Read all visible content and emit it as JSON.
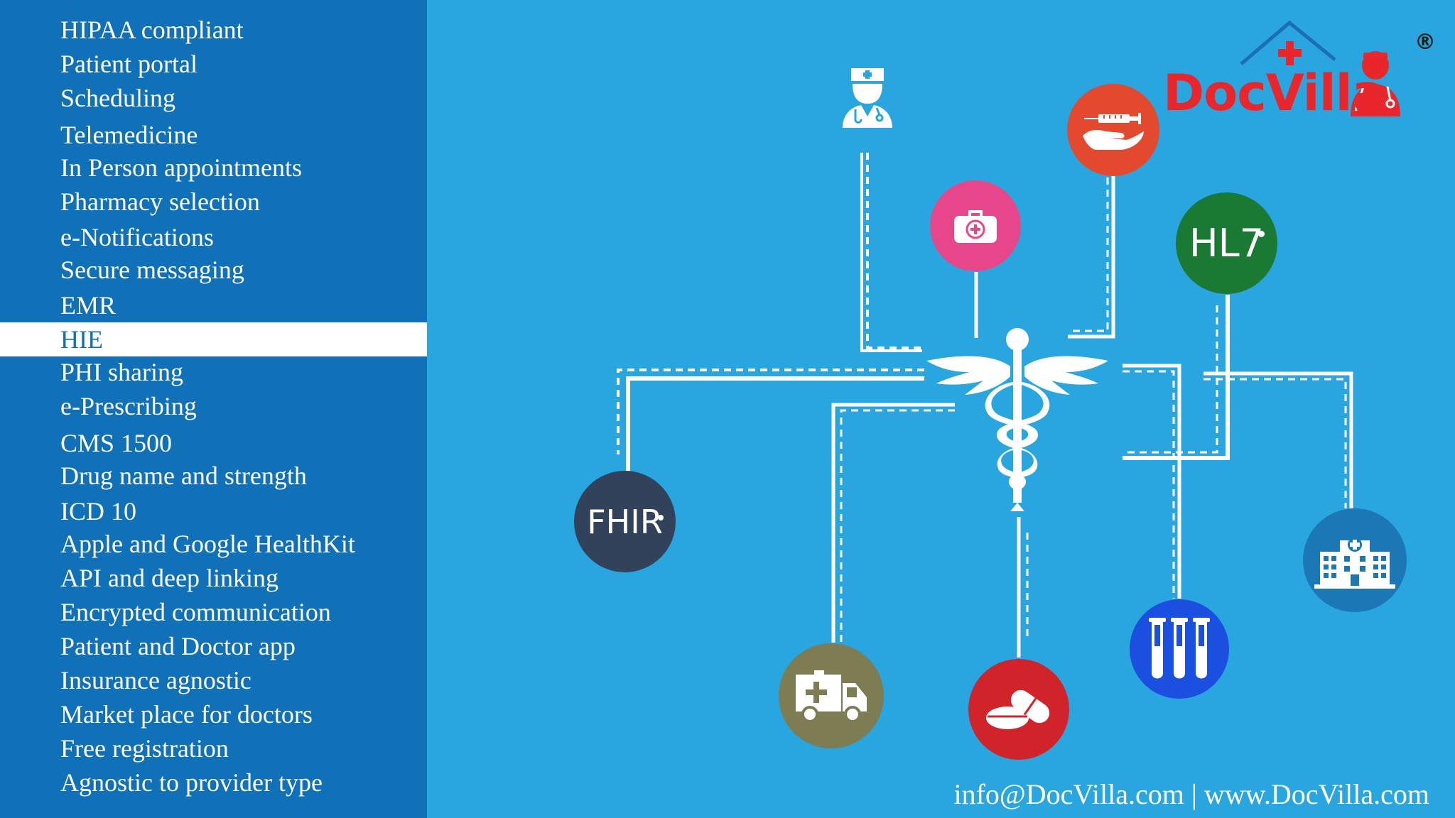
{
  "features": {
    "active_index": 9,
    "items": [
      "HIPAA compliant",
      "Patient portal",
      "Scheduling",
      "Telemedicine",
      "In Person appointments",
      "Pharmacy selection",
      "e-Notifications",
      "Secure messaging",
      "EMR",
      "HIE",
      "PHI sharing",
      "e-Prescribing",
      "CMS 1500",
      "Drug name and strength",
      "ICD 10",
      "Apple and Google HealthKit",
      "API and deep linking",
      "Encrypted communication",
      "Patient and Doctor app",
      "Insurance agnostic",
      "Market place for doctors",
      "Free registration",
      "Agnostic to provider type"
    ]
  },
  "logo": {
    "name": "DocVilla",
    "registered_mark": "®"
  },
  "diagram": {
    "center_icon": "caduceus-icon",
    "nodes": [
      {
        "name": "nurse-icon",
        "label": ""
      },
      {
        "name": "first-aid-kit-icon",
        "label": "",
        "color": "#e8468a"
      },
      {
        "name": "syringe-hand-icon",
        "label": "",
        "color": "#e2492f"
      },
      {
        "name": "hl7-badge",
        "label": "HL7",
        "color": "#1a7a34"
      },
      {
        "name": "fhir-badge",
        "label": "FHIR",
        "color": "#33425b"
      },
      {
        "name": "ambulance-icon",
        "label": "",
        "color": "#7d7c52"
      },
      {
        "name": "pills-icon",
        "label": "",
        "color": "#d0232a"
      },
      {
        "name": "test-tubes-icon",
        "label": "",
        "color": "#1a4fe0"
      },
      {
        "name": "hospital-icon",
        "label": "",
        "color": "#1c78b4"
      }
    ]
  },
  "contact": {
    "text": "info@DocVilla.com | www.DocVilla.com"
  },
  "colors": {
    "sidebar": "#1070b8",
    "background": "#29a6e0",
    "active_bg": "#ffffff",
    "brand_red": "#e8262b"
  }
}
